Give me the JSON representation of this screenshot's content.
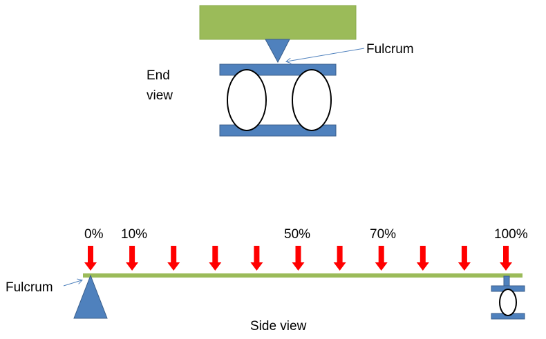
{
  "end_view": {
    "label_line1": "End",
    "label_line2": "view",
    "fulcrum_label": "Fulcrum"
  },
  "side_view": {
    "label": "Side view",
    "fulcrum_label": "Fulcrum",
    "arrow_count": 11,
    "percent_labels": [
      "0%",
      "10%",
      "50%",
      "70%",
      "100%"
    ]
  },
  "colors": {
    "beam_green": "#9bbb59",
    "steel_blue": "#4f81bd",
    "steel_outline": "#385d8a",
    "arrow_red": "#ff0000",
    "callout_line": "#4f81bd"
  }
}
